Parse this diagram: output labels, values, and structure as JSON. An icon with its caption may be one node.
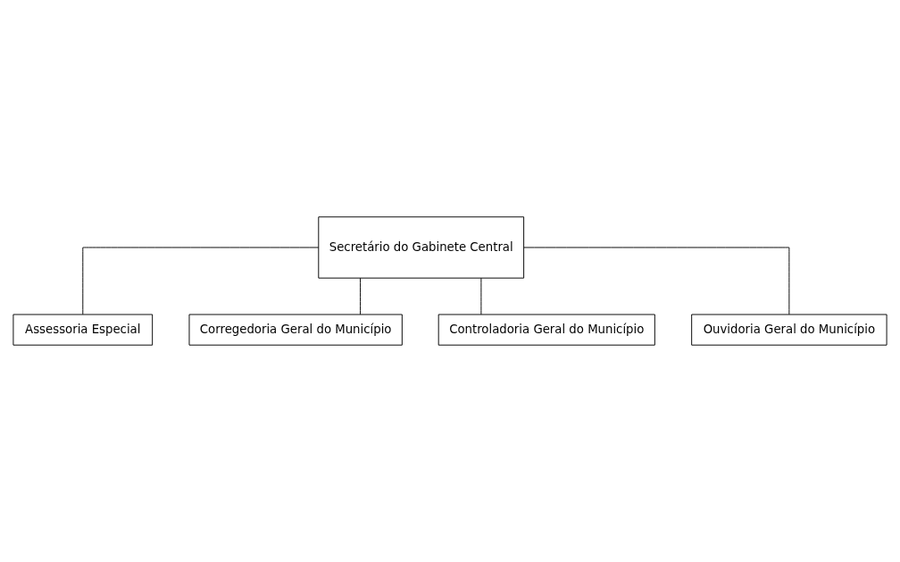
{
  "diagram": {
    "nodes": [
      {
        "text": [
          "Secretário do Gabinete Central"
        ]
      },
      {
        "text": [
          "Assessoria Especial"
        ]
      },
      {
        "text": [
          "Corregedoria Geral do Município"
        ]
      },
      {
        "text": [
          "Controladoria Geral do Município"
        ]
      },
      {
        "text": [
          "Ouvidoria Geral do Município"
        ]
      }
    ],
    "edges": [
      {
        "from": 0,
        "to": 1,
        "arrow": "none"
      },
      {
        "from": 0,
        "to": 2,
        "arrow": "none"
      },
      {
        "from": 0,
        "to": 3,
        "arrow": "none"
      },
      {
        "from": 0,
        "to": 4,
        "arrow": "none"
      }
    ]
  }
}
